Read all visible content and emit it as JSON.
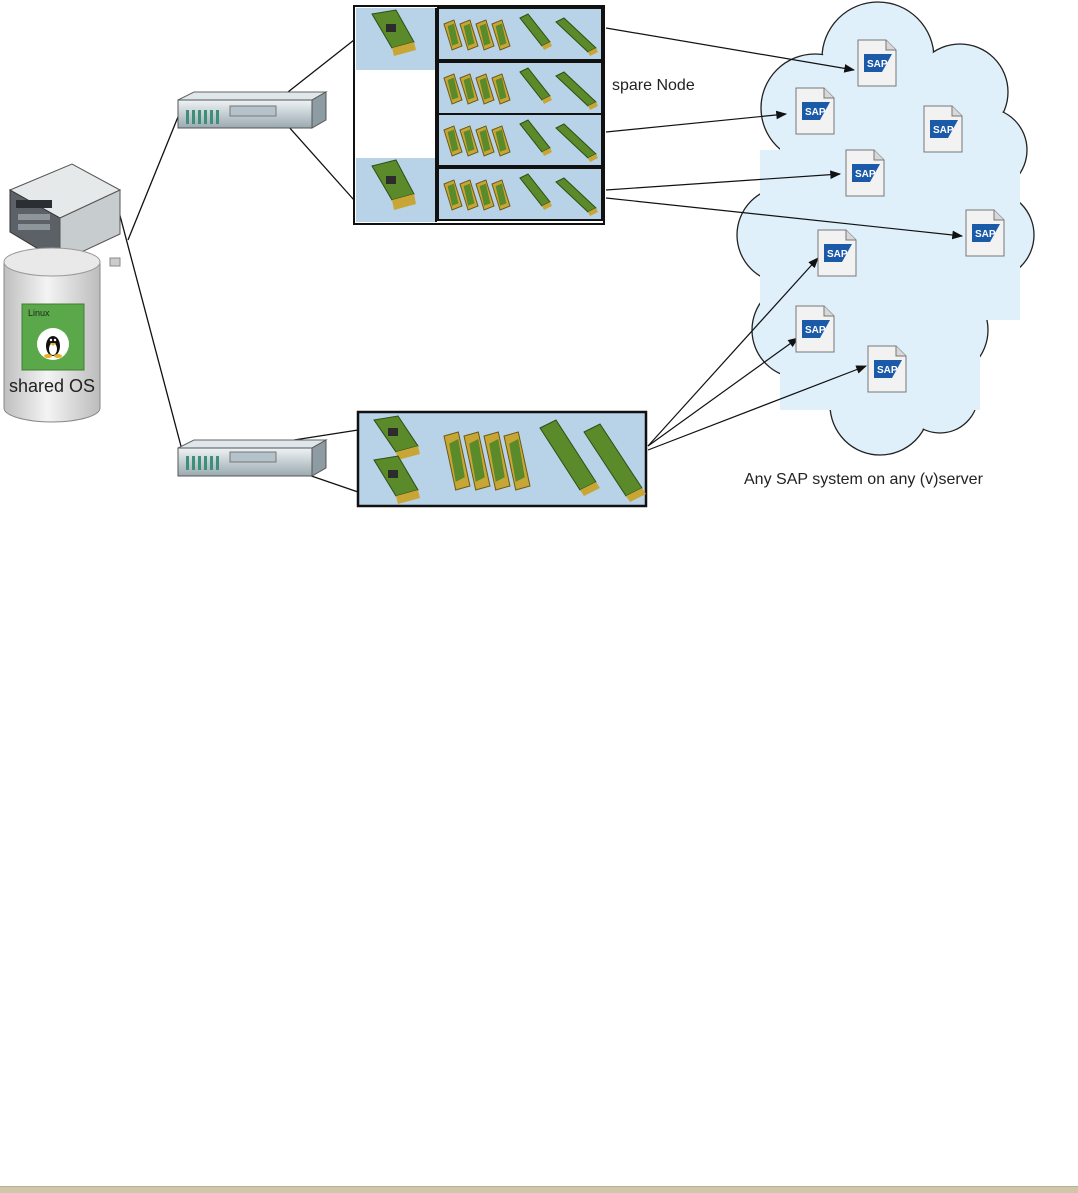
{
  "labels": {
    "spare_node": "spare Node",
    "shared_os": "shared OS",
    "linux_badge": "Linux",
    "cloud_caption": "Any SAP system on any (v)server",
    "sap_logo": "SAP"
  },
  "colors": {
    "panel_fill": "#b8d3e8",
    "cloud_fill": "#dff0fb",
    "cloud_stroke": "#222222",
    "chip_green": "#5a8a2a",
    "chip_gold": "#c8a636",
    "sap_blue": "#1a5aa8",
    "linux_green": "#5aa84a"
  },
  "icons": [
    "server-rack-icon",
    "storage-cylinder-icon",
    "tux-penguin-icon",
    "network-card-icon",
    "cpu-chip-icon",
    "memory-module-icon",
    "sap-document-icon"
  ]
}
